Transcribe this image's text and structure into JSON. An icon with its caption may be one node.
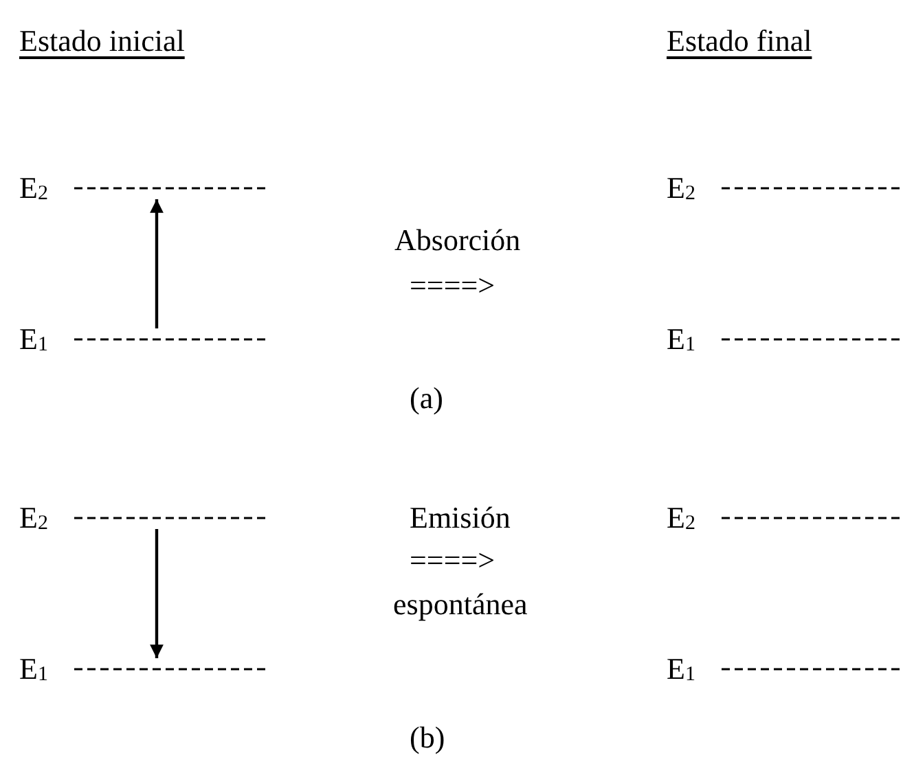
{
  "diagram": {
    "nodes": [
      {
        "text": [
          "E$_{2}$"
        ]
      },
      {
        "text": [
          "E$_{1}$"
        ]
      },
      {
        "text": [
          "E$_{2}$"
        ]
      },
      {
        "text": [
          "E$_{1}$"
        ]
      },
      {
        "text": [
          "E$_{2}$"
        ]
      },
      {
        "text": [
          "E$_{1}$"
        ]
      },
      {
        "text": [
          "E$_{2}$"
        ]
      },
      {
        "text": [
          "E$_{1}$"
        ]
      }
    ],
    "edges": [
      {
        "from": 1,
        "to": 0,
        "arrow": "to"
      },
      {
        "from": 4,
        "to": 5,
        "arrow": "to"
      }
    ],
    "labels": [
      "Estado inicial",
      "Estado final",
      "Absorción",
      "====>",
      "(a)",
      "Emisión",
      "====>",
      "espontánea",
      "(b)"
    ]
  }
}
